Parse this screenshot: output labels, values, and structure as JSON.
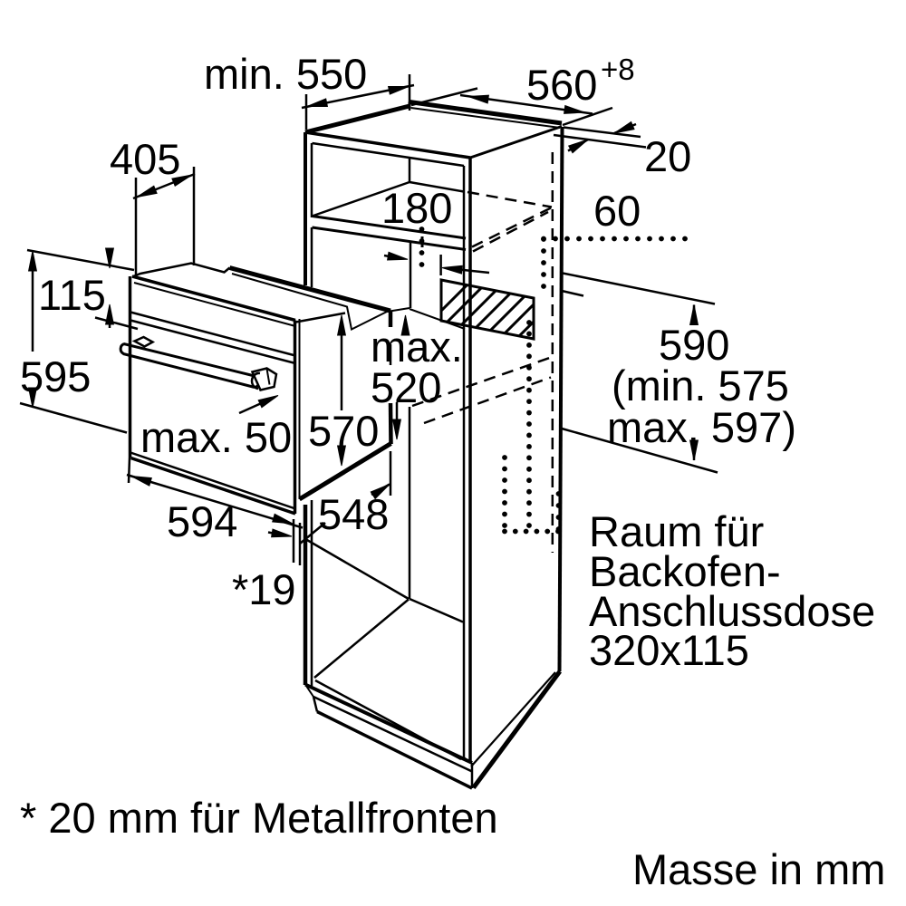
{
  "figure": {
    "type": "installation-diagram",
    "subject": "built-in oven niche dimensions",
    "units_hint": "mm"
  },
  "dims": {
    "min550": "min. 550",
    "w560": "560",
    "w560_tol": "+8",
    "g20": "20",
    "g60": "60",
    "h180": "180",
    "d405": "405",
    "h115": "115",
    "h595": "595",
    "max50": "max. 50",
    "d570": "570",
    "max520_1": "max.",
    "max520_2": "520",
    "w594": "594",
    "d548": "548",
    "o19": "*19",
    "h590": "590",
    "h590_min": "(min. 575",
    "h590_max": "max. 597)"
  },
  "notes": {
    "socket": [
      "Raum für",
      "Backofen-",
      "Anschlussdose",
      "320x115"
    ],
    "front_note": "* 20 mm für Metallfronten",
    "units_note": "Masse in mm"
  },
  "colors": {
    "line": "#000000",
    "background": "#ffffff"
  }
}
